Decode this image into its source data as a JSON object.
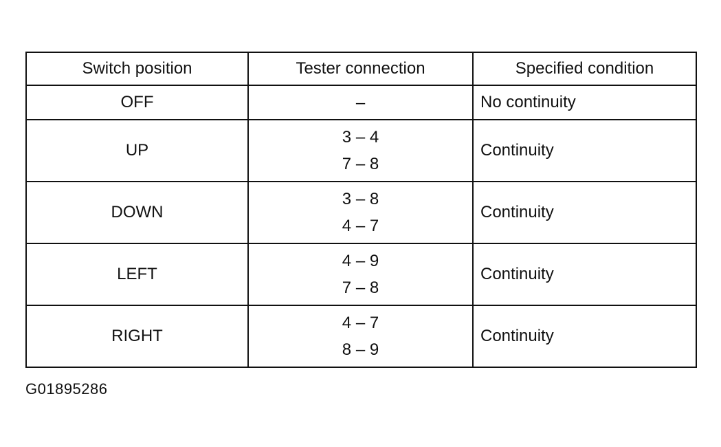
{
  "table": {
    "headers": [
      "Switch position",
      "Tester connection",
      "Specified condition"
    ],
    "rows": [
      {
        "position": "OFF",
        "connections": [
          "–"
        ],
        "condition": "No continuity"
      },
      {
        "position": "UP",
        "connections": [
          "3 – 4",
          "7 – 8"
        ],
        "condition": "Continuity"
      },
      {
        "position": "DOWN",
        "connections": [
          "3 – 8",
          "4 – 7"
        ],
        "condition": "Continuity"
      },
      {
        "position": "LEFT",
        "connections": [
          "4 – 9",
          "7 – 8"
        ],
        "condition": "Continuity"
      },
      {
        "position": "RIGHT",
        "connections": [
          "4 – 7",
          "8 – 9"
        ],
        "condition": "Continuity"
      }
    ]
  },
  "figure_id": "G01895286"
}
